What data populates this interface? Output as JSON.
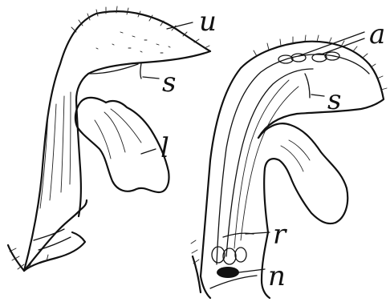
{
  "figure": {
    "labels": {
      "upper_lip": "u",
      "stamen_left": "s",
      "lower_lip": "l",
      "anthers": "a",
      "stamen_right": "s",
      "ring": "r",
      "nectary": "n"
    }
  }
}
